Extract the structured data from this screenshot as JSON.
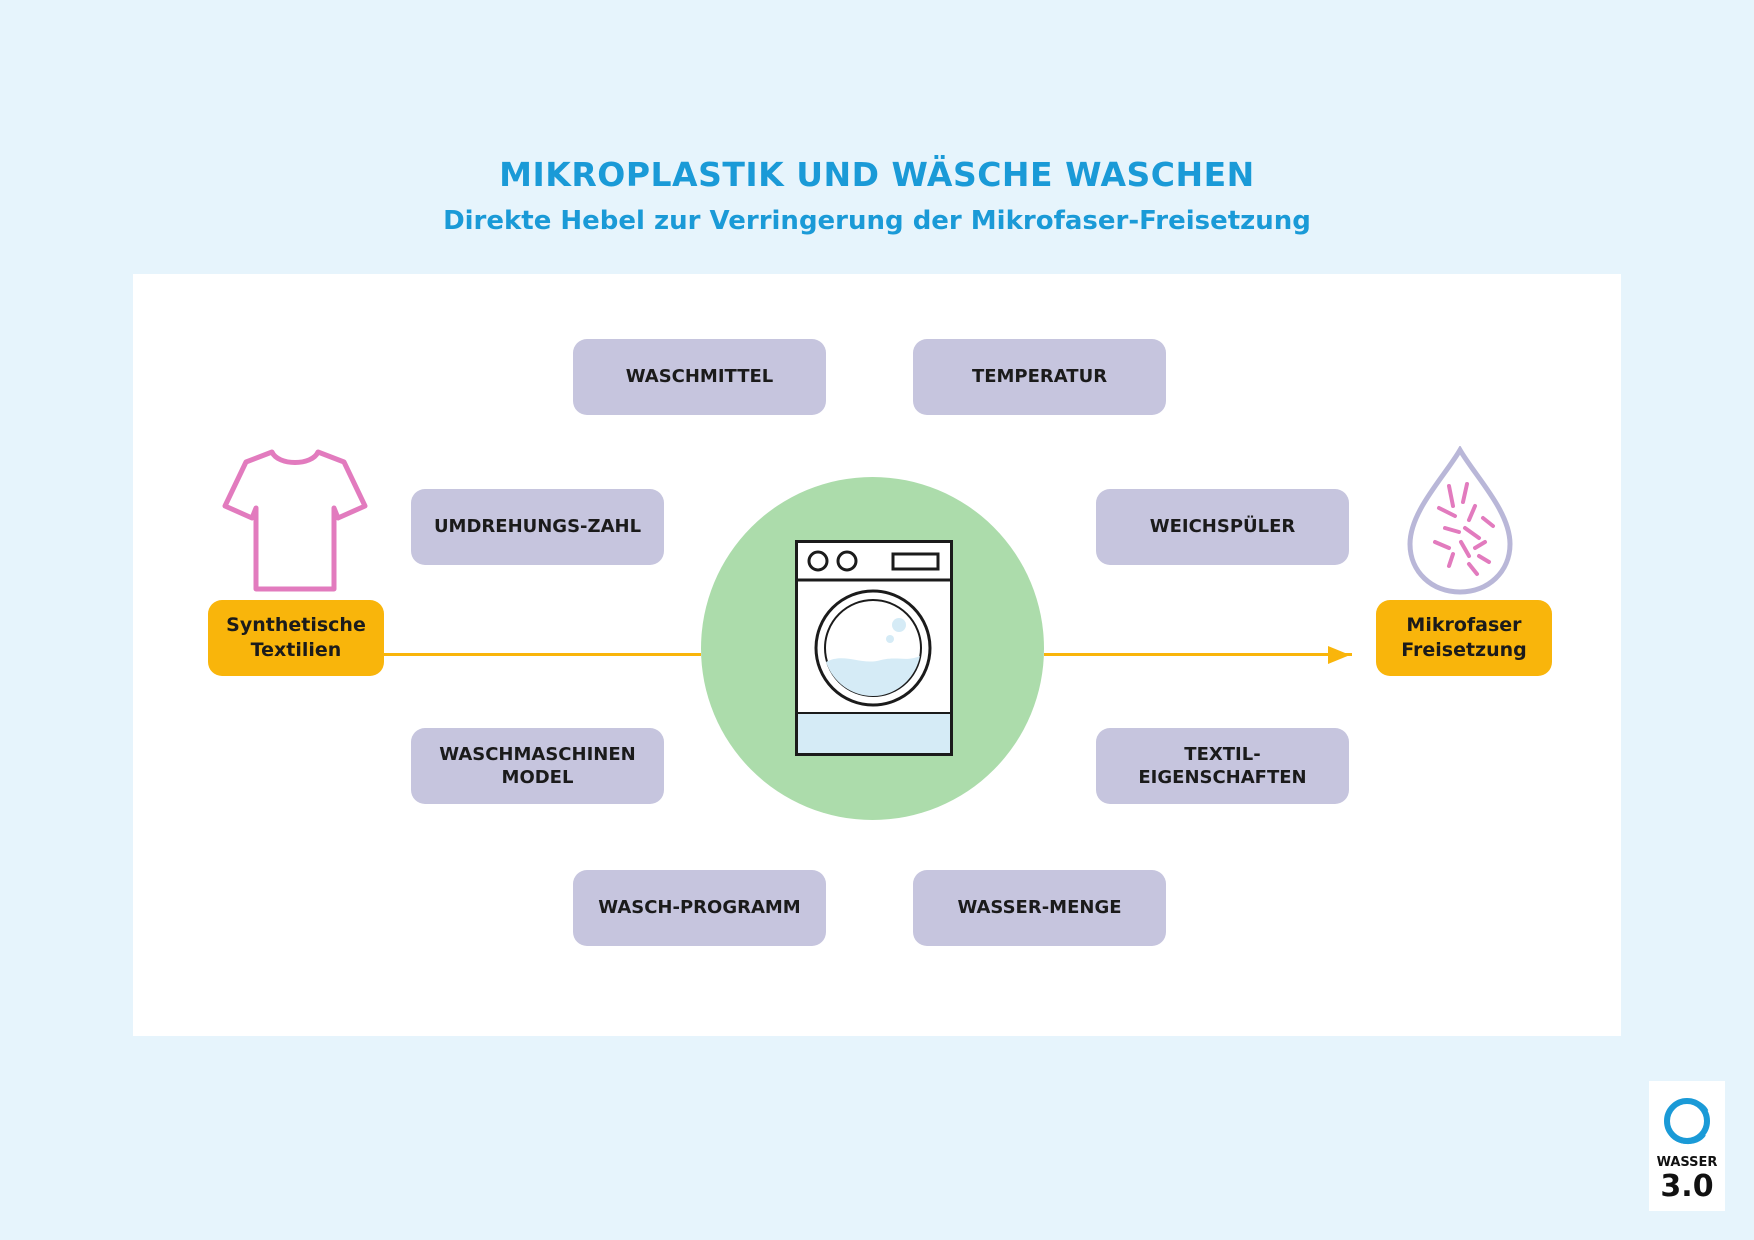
{
  "header": {
    "title": "MIKROPLASTIK UND WÄSCHE WASCHEN",
    "subtitle": "Direkte Hebel zur Verringerung der Mikrofaser-Freisetzung"
  },
  "levers": {
    "waschmittel": "WASCHMITTEL",
    "temperatur": "TEMPERATUR",
    "umdrehungs_zahl": "UMDREHUNGS-ZAHL",
    "weichspueler": "WEICHSPÜLER",
    "waschmaschinen_model_line1": "WASCHMASCHINEN",
    "waschmaschinen_model_line2": "MODEL",
    "textil_eigenschaften_line1": "TEXTIL-",
    "textil_eigenschaften_line2": "EIGENSCHAFTEN",
    "wasch_programm": "WASCH-PROGRAMM",
    "wasser_menge": "WASSER-MENGE"
  },
  "input": {
    "line1": "Synthetische",
    "line2": "Textilien",
    "icon": "t-shirt-icon"
  },
  "output": {
    "line1": "Mikrofaser",
    "line2": "Freisetzung",
    "icon": "microfiber-drop-icon"
  },
  "center": {
    "icon": "washing-machine-icon"
  },
  "logo": {
    "line1": "WASSER",
    "line2": "3.0"
  },
  "colors": {
    "background": "#e6f4fc",
    "accent_blue": "#1a9ad7",
    "lever_box": "#c6c5de",
    "io_box": "#f9b50b",
    "center_circle": "#acdcab",
    "shirt": "#e27bbe",
    "drop_outline": "#b9b7d8"
  }
}
